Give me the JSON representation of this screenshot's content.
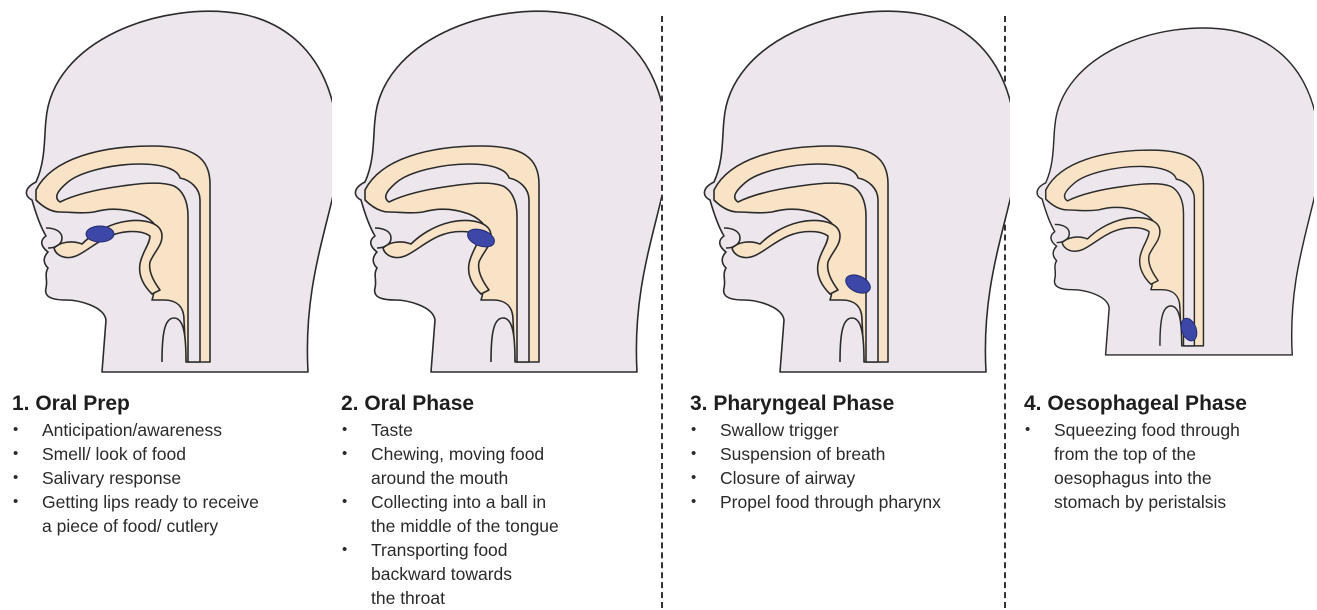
{
  "colors": {
    "head_fill": "#ede7ed",
    "tissue_fill": "#f9e3c6",
    "outline": "#2b2b2b",
    "bolus": "#3d47a8",
    "divider": "#333333"
  },
  "phases": [
    {
      "title": "1. Oral Prep",
      "bolus": "front-of-mouth",
      "bullets": [
        [
          "Anticipation/awareness"
        ],
        [
          "Smell/ look of food"
        ],
        [
          "Salivary response"
        ],
        [
          "Getting lips ready to receive",
          "a piece of food/ cutlery"
        ]
      ]
    },
    {
      "title": "2. Oral Phase",
      "bolus": "middle-of-tongue",
      "bullets": [
        [
          "Taste"
        ],
        [
          "Chewing, moving food",
          "around the mouth"
        ],
        [
          "Collecting into a ball in",
          "the middle of the tongue"
        ],
        [
          "Transporting food",
          "backward towards",
          "the throat"
        ]
      ]
    },
    {
      "title": "3. Pharyngeal Phase",
      "bolus": "pharynx",
      "bullets": [
        [
          "Swallow trigger"
        ],
        [
          "Suspension of breath"
        ],
        [
          "Closure of airway"
        ],
        [
          "Propel food through pharynx"
        ]
      ]
    },
    {
      "title": "4. Oesophageal Phase",
      "bolus": "top-of-oesophagus",
      "bullets": [
        [
          "Squeezing food through",
          "from the top of the",
          "oesophagus into the",
          "stomach by peristalsis"
        ]
      ]
    }
  ]
}
